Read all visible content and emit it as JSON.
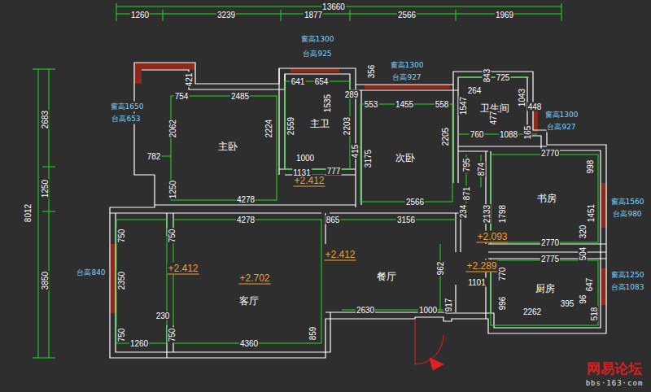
{
  "diagram": {
    "labels": [
      "13660",
      "1260",
      "3239",
      "1877",
      "2566",
      "1969",
      "8012",
      "2683",
      "1250",
      "3850",
      "窗高1300",
      "台高925",
      "窗高1300",
      "台高927",
      "窗高1650",
      "台高653",
      "窗高1300",
      "台高927",
      "窗高1560",
      "台高980",
      "窗高1250",
      "台高1083",
      "台高840",
      "主卧",
      "主卫",
      "次卧",
      "卫生间",
      "书房",
      "厨房",
      "客厅",
      "餐厅",
      "+2.412",
      "+2.093",
      "+2.412",
      "+2.702",
      "+2.412",
      "+2.289",
      "421",
      "754",
      "2485",
      "2062",
      "782",
      "2224",
      "2559",
      "641",
      "654",
      "1535",
      "356",
      "2203",
      "289",
      "1000",
      "415",
      "1131",
      "777",
      "553",
      "1455",
      "558",
      "3175",
      "2205",
      "2566",
      "1547",
      "264",
      "843",
      "725",
      "477",
      "1043",
      "448",
      "760",
      "1088",
      "165",
      "2770",
      "874",
      "795",
      "998",
      "1250",
      "4278",
      "4278",
      "865",
      "3156",
      "871",
      "234",
      "2133",
      "1798",
      "1451",
      "2770",
      "320",
      "504",
      "2775",
      "750",
      "750",
      "962",
      "770",
      "1101",
      "2350",
      "230",
      "2630",
      "1000",
      "917",
      "996",
      "2262",
      "395",
      "647",
      "96",
      "518",
      "750",
      "1260",
      "750",
      "4360",
      "859",
      "网易论坛",
      "bbs·163·com"
    ]
  }
}
